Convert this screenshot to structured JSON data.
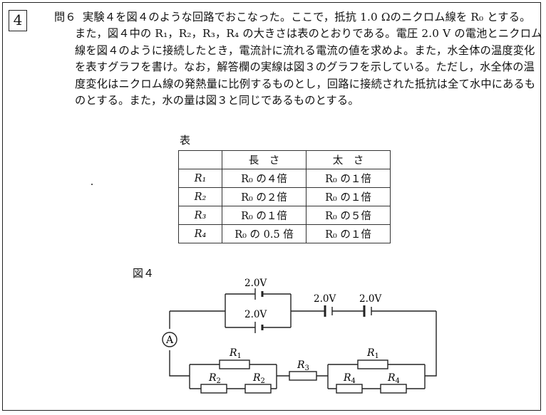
{
  "question_number": "4",
  "question_label": "問６",
  "question_lines": [
    "実験４を図４のような回路でおこなった。ここで，抵抗 1.0 Ωのニクロム線を R₀ とする。",
    "また，図４中の R₁，R₂，R₃，R₄ の大きさは表のとおりである。電圧 2.0 V の電池とニクロム",
    "線を図４のように接続したとき，電流計に流れる電流の値を求めよ。また，水全体の温度変化",
    "を表すグラフを書け。なお，解答欄の実線は図３のグラフを示している。ただし，水全体の温",
    "度変化はニクロム線の発熱量に比例するものとし，回路に接続された抵抗は全て水中にあるも",
    "のとする。また，水の量は図３と同じであるものとする。"
  ],
  "table": {
    "label": "表",
    "headers": [
      "",
      "長　さ",
      "太　さ"
    ],
    "rows": [
      [
        "R₁",
        "R₀ の４倍",
        "R₀ の１倍"
      ],
      [
        "R₂",
        "R₀ の２倍",
        "R₀ の１倍"
      ],
      [
        "R₃",
        "R₀ の１倍",
        "R₀ の５倍"
      ],
      [
        "R₄",
        "R₀ の 0.5 倍",
        "R₀ の１倍"
      ]
    ]
  },
  "figure": {
    "label": "図４",
    "battery_voltage": "2.0V",
    "ammeter": "A",
    "resistor_labels": {
      "r1": "R",
      "r1_sub": "1",
      "r2": "R",
      "r2_sub": "2",
      "r3": "R",
      "r3_sub": "3",
      "r4": "R",
      "r4_sub": "4"
    }
  }
}
